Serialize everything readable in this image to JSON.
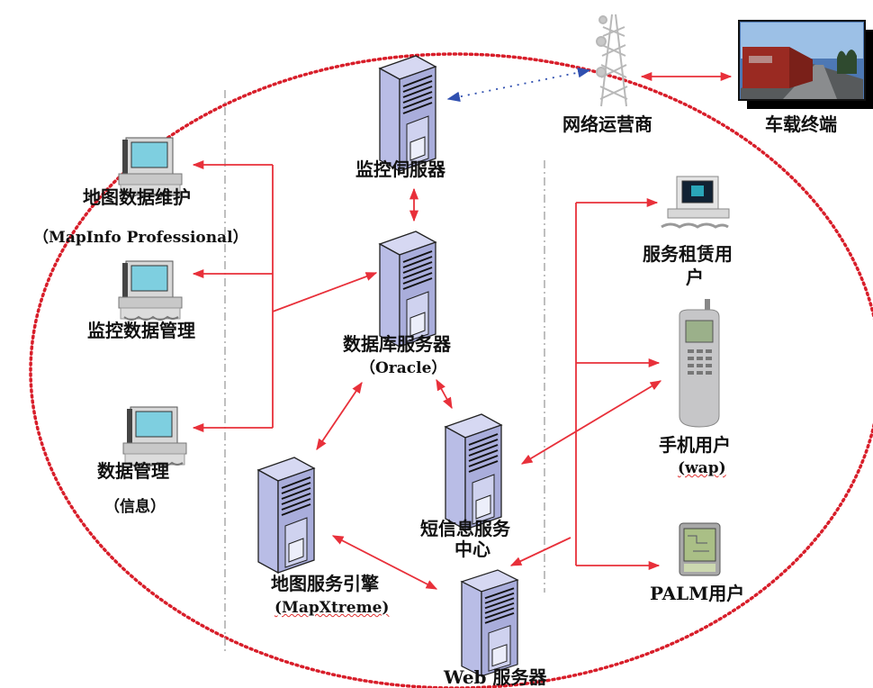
{
  "diagram": {
    "colors": {
      "accent_red": "#e8303a",
      "boundary_dots": "#d81e2a",
      "wireless_blue": "#3050b0",
      "server_face": "#b9bde6",
      "monitor_screen": "#7ecfe0"
    },
    "nodes": {
      "monitor_server": {
        "label": "监控伺服器",
        "icon": "server-icon"
      },
      "db_server": {
        "label": "数据库服务器",
        "sub": "（Oracle）",
        "icon": "server-icon"
      },
      "map_engine": {
        "label": "地图服务引擎",
        "sub": "(MapXtreme)",
        "icon": "server-icon"
      },
      "sms_center": {
        "label": "短信息服务",
        "label2": "中心",
        "icon": "server-icon"
      },
      "web_server": {
        "label": "Web 服务器",
        "icon": "server-icon"
      },
      "map_maint": {
        "label": "地图数据维护",
        "sub": "（MapInfo Professional）",
        "icon": "desktop-computer-icon"
      },
      "monitor_data": {
        "label": "监控数据管理",
        "icon": "desktop-computer-icon"
      },
      "data_mgmt": {
        "label": "数据管理",
        "sub": "（信息）",
        "icon": "desktop-computer-icon"
      },
      "network_op": {
        "label": "网络运营商",
        "icon": "radio-tower-icon"
      },
      "vehicle": {
        "label": "车载终端",
        "icon": "vehicle-photo-icon"
      },
      "lease_user": {
        "label": "服务租赁用",
        "label2": "户",
        "icon": "desktop-computer-icon"
      },
      "mobile_user": {
        "label": "手机用户",
        "sub": "(wap)",
        "icon": "mobile-phone-icon"
      },
      "palm_user": {
        "label": "PALM用户",
        "icon": "pda-icon"
      }
    },
    "connections": [
      {
        "from": "monitor_server",
        "to": "network_op",
        "style": "dotted-blue",
        "arrows": "both"
      },
      {
        "from": "network_op",
        "to": "vehicle",
        "style": "solid-red",
        "arrows": "both"
      },
      {
        "from": "monitor_server",
        "to": "db_server",
        "style": "solid-red",
        "arrows": "both"
      },
      {
        "from": "db_server",
        "to": "map_maint",
        "style": "solid-red",
        "arrows": "to"
      },
      {
        "from": "db_server",
        "to": "monitor_data",
        "style": "solid-red",
        "arrows": "to"
      },
      {
        "from": "db_server",
        "to": "data_mgmt",
        "style": "solid-red",
        "arrows": "to"
      },
      {
        "from": "db_server",
        "to": "map_engine",
        "style": "solid-red",
        "arrows": "both"
      },
      {
        "from": "db_server",
        "to": "sms_center",
        "style": "solid-red",
        "arrows": "both"
      },
      {
        "from": "sms_center",
        "to": "mobile_user",
        "style": "solid-red",
        "arrows": "both"
      },
      {
        "from": "map_engine",
        "to": "web_server",
        "style": "solid-red",
        "arrows": "both"
      },
      {
        "from": "web_server",
        "to": "lease_user",
        "style": "solid-red",
        "arrows": "to"
      },
      {
        "from": "web_server",
        "to": "mobile_user",
        "style": "solid-red",
        "arrows": "to"
      },
      {
        "from": "web_server",
        "to": "palm_user",
        "style": "solid-red",
        "arrows": "to"
      }
    ]
  }
}
